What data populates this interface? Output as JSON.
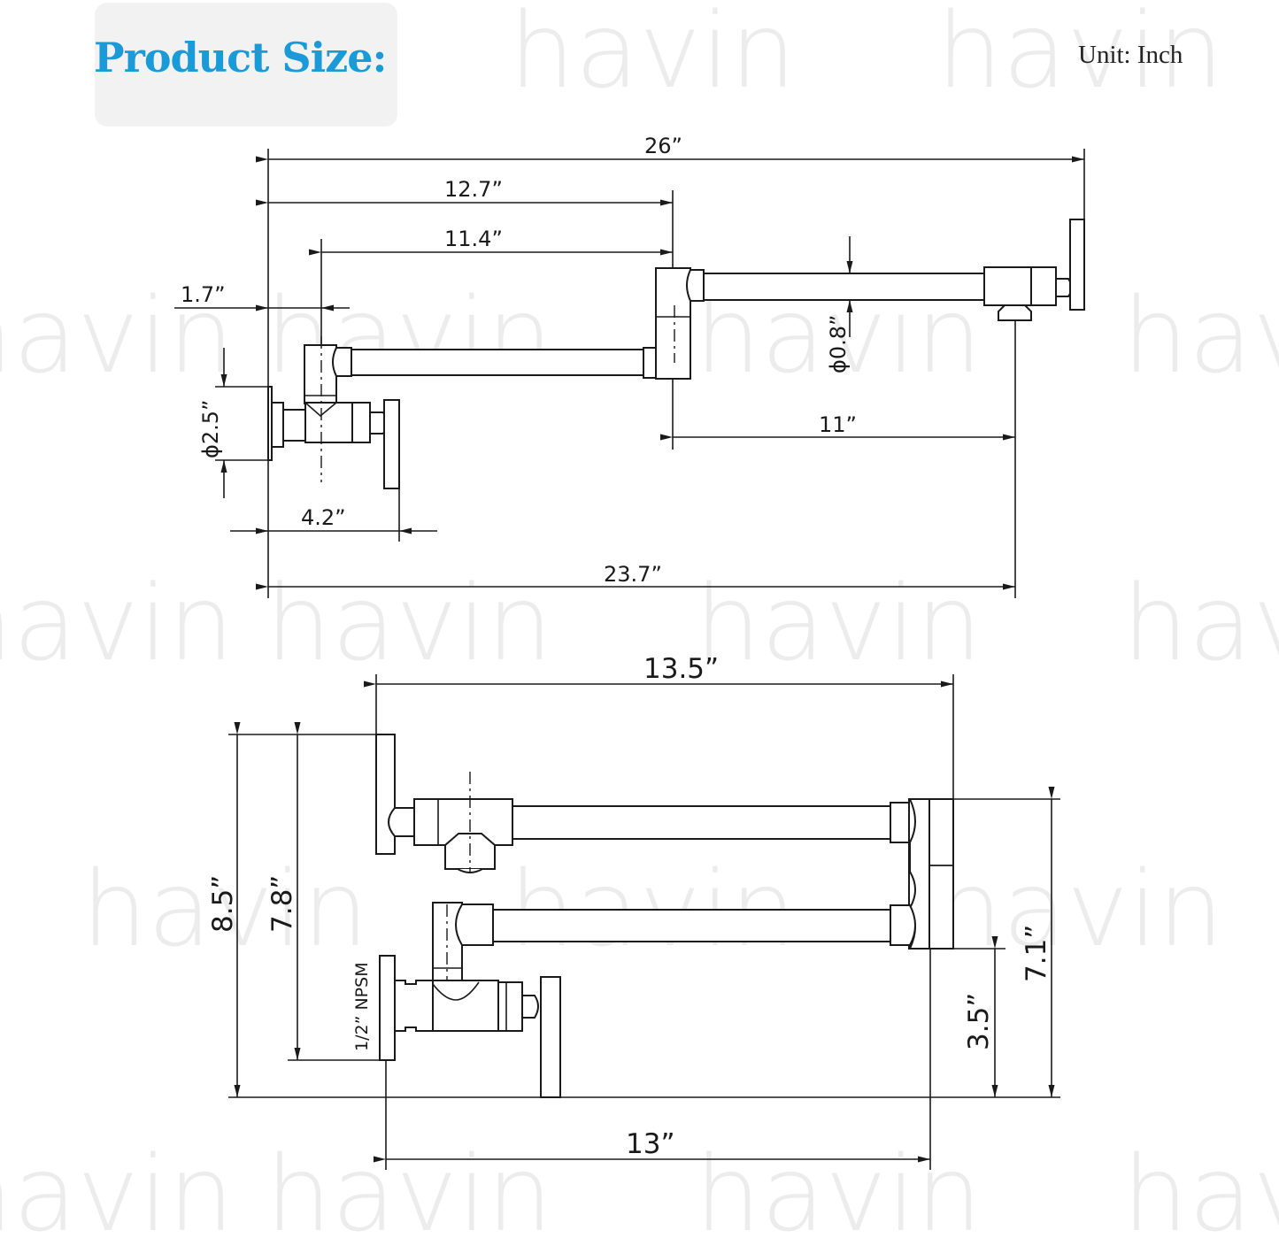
{
  "header": {
    "title": "Product Size:",
    "unit": "Unit:  Inch"
  },
  "watermark": "havin",
  "top_view": {
    "dims": {
      "overall_width": "26”",
      "to_swivel": "12.7”",
      "arm_reach": "11.4”",
      "wall_offset": "1.7”",
      "plate_diameter": "ϕ2.5”",
      "pipe_diameter": "ϕ0.8”",
      "spout_arm": "11”",
      "valve_depth": "4.2”",
      "to_spout": "23.7”"
    }
  },
  "folded_view": {
    "dims": {
      "folded_width": "13.5”",
      "overall_height": "8.5”",
      "inlet_height": "7.8”",
      "thread": "1/2” NPSM",
      "lower_height": "3.5”",
      "spout_height": "7.1”",
      "base_width": "13”"
    }
  }
}
